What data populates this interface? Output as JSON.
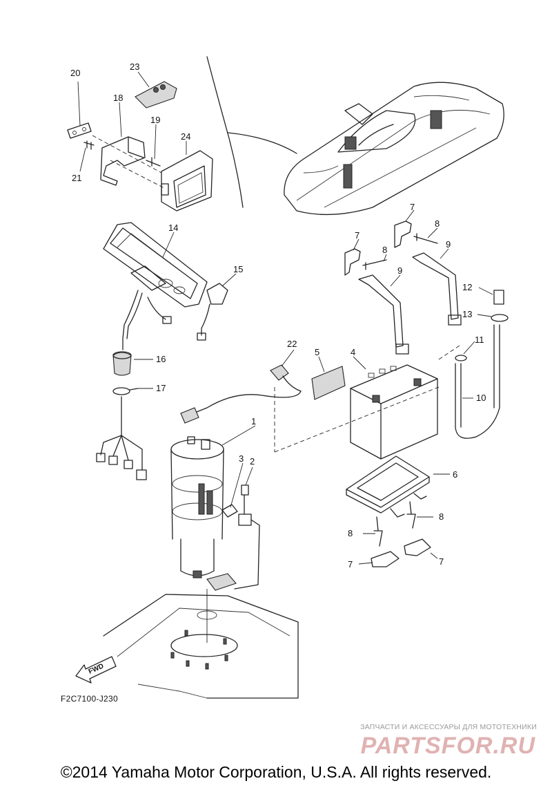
{
  "diagram": {
    "callouts": [
      "1",
      "2",
      "3",
      "4",
      "5",
      "6",
      "7",
      "8",
      "9",
      "10",
      "11",
      "12",
      "13",
      "14",
      "15",
      "16",
      "17",
      "18",
      "19",
      "20",
      "21",
      "22",
      "23",
      "24"
    ],
    "drawing_code": "F2C7100-J230",
    "fwd_label": "FWD",
    "watermark_tagline": "ЗАПЧАСТИ И АКСЕССУАРЫ ДЛЯ МОТОТЕХНИКИ",
    "watermark_logo": "PARTSFOR.RU",
    "copyright": "©2014 Yamaha Motor Corporation, U.S.A. All rights reserved."
  },
  "colors": {
    "line": "#222222",
    "watermark_logo": "#e0b2b2",
    "watermark_tagline": "#9a9a9a"
  }
}
